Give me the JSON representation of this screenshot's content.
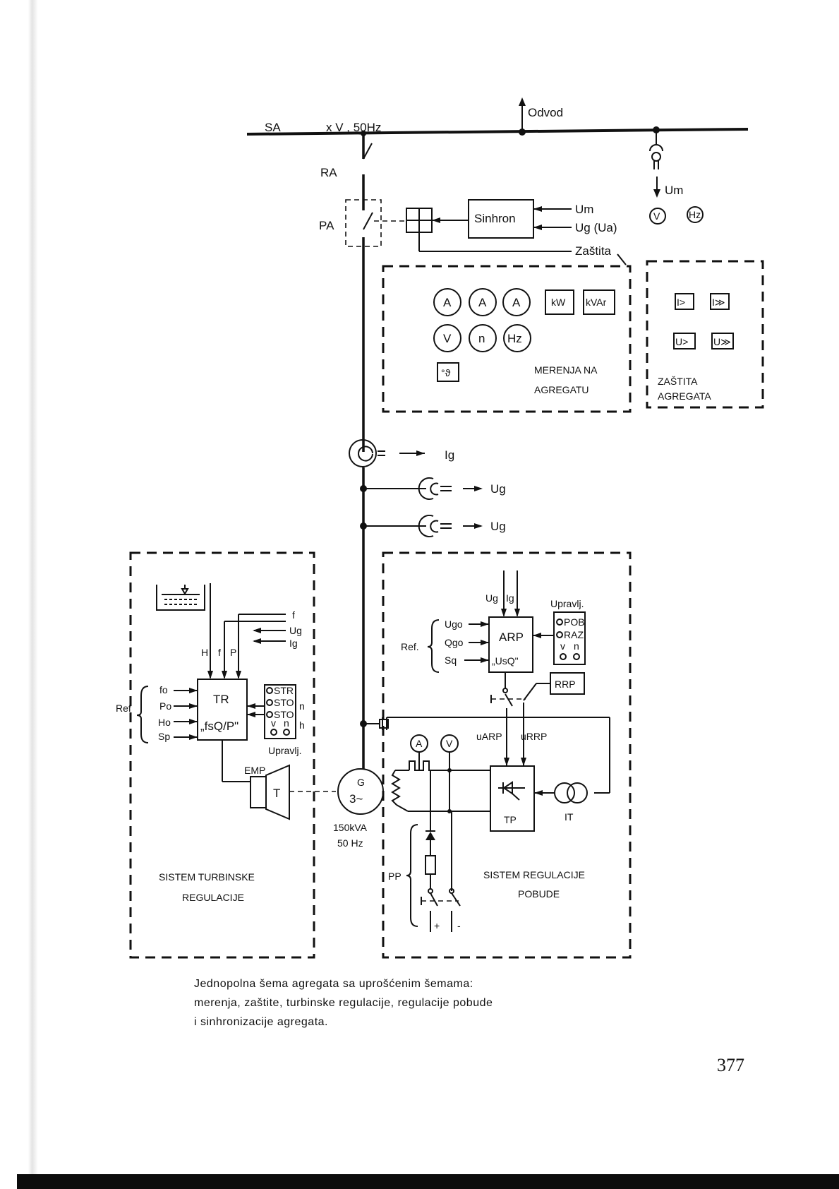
{
  "diagram": {
    "busbar": {
      "name": "SA",
      "rating": "x V , 50Hz",
      "outlet": "Odvod"
    },
    "switches": {
      "ra": "RA",
      "pa": "PA"
    },
    "sync": {
      "block": "Sinhron",
      "um": "Um",
      "ug_ua": "Ug (Ua)",
      "protection": "Zaštita"
    },
    "bus_metering": {
      "um": "Um",
      "v": "V",
      "hz": "Hz"
    },
    "measurements": {
      "title_line1": "MERENJA NA",
      "title_line2": "AGREGATU",
      "instruments": [
        "A",
        "A",
        "A",
        "V",
        "n",
        "Hz"
      ],
      "power_meters": [
        "kW",
        "kVAr"
      ],
      "temp": "°ϑ"
    },
    "protection": {
      "title_line1": "ZAŠTITA",
      "title_line2": "AGREGATA",
      "relays": [
        "I>",
        "I≫",
        "U>",
        "U≫"
      ]
    },
    "transformers": {
      "ig": "Ig",
      "ug1": "Ug",
      "ug2": "Ug"
    },
    "turbine": {
      "title_line1": "SISTEM TURBINSKE",
      "title_line2": "REGULACIJE",
      "controller_line1": "TR",
      "controller_line2": "„fsQ/P\"",
      "inputs_top": [
        "H",
        "f",
        "P"
      ],
      "right_inputs": [
        "f",
        "Ug",
        "Ig"
      ],
      "ref_label": "Ref",
      "ref_inputs": [
        "fo",
        "Po",
        "Ho",
        "Sp"
      ],
      "control_label": "Upravlj.",
      "control_buttons": [
        "STR",
        "STO",
        "STO"
      ],
      "control_side": [
        "n",
        "h"
      ],
      "control_bottom": [
        "v",
        "n"
      ],
      "emp": "EMP",
      "turbine_block": "T"
    },
    "generator": {
      "symbol": "G",
      "phase": "3~",
      "power": "150kVA",
      "freq": "50 Hz"
    },
    "excitation": {
      "title_line1": "SISTEM REGULACIJE",
      "title_line2": "POBUDE",
      "avr_line1": "ARP",
      "avr_line2": "„UsQ\"",
      "avr_top": [
        "Ug",
        "Ig"
      ],
      "ref_label": "Ref.",
      "ref_inputs": [
        "Ugo",
        "Qgo",
        "Sq"
      ],
      "control_label": "Upravlj.",
      "control_buttons": [
        "POB",
        "RAZ"
      ],
      "control_bottom": [
        "v",
        "n"
      ],
      "rrp": "RRP",
      "u_arp": "uARP",
      "u_rrp": "uRRP",
      "meters": [
        "A",
        "V"
      ],
      "thyristor": "TP",
      "transformer": "IT",
      "pp": "PP",
      "plus": "+",
      "minus": "-"
    }
  },
  "caption": {
    "line1": "Jednopolna šema agregata sa uprošćenim šemama:",
    "line2": "merenja, zaštite, turbinske regulacije, regulacije pobude",
    "line3": "i sinhronizacije agregata."
  },
  "page_number": "377"
}
